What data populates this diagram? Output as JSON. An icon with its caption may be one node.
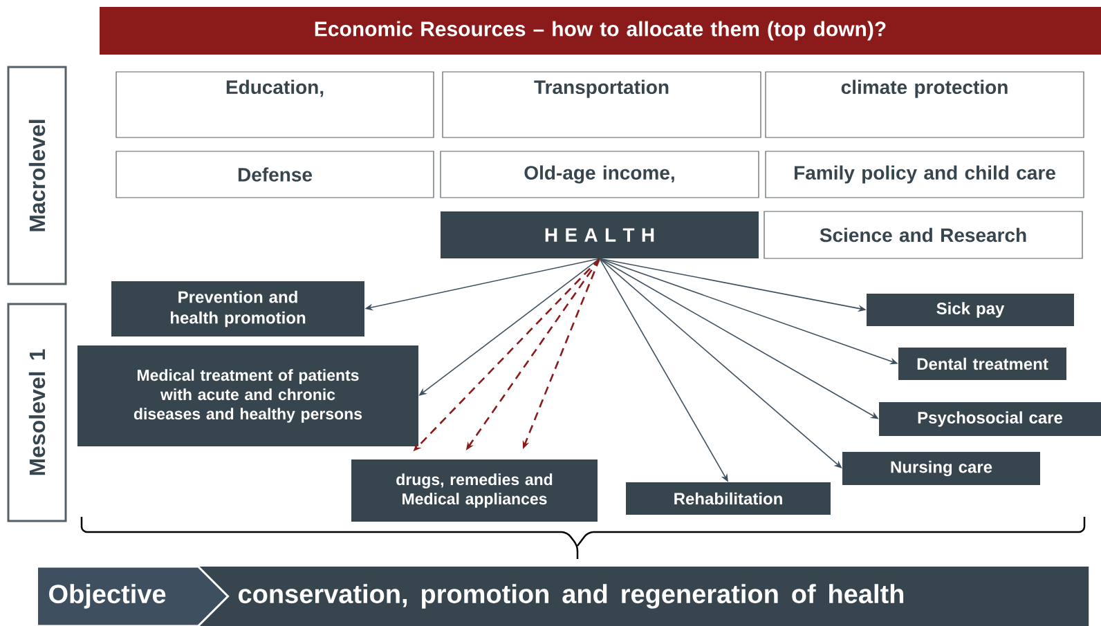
{
  "diagram": {
    "nodes": [
      {
        "text": [
          "Economic Resources – how to allocate them (top down)?"
        ]
      },
      {
        "text": [
          "Macrolevel"
        ]
      },
      {
        "text": [
          "Mesolevel 1"
        ]
      },
      {
        "text": [
          "Education,"
        ]
      },
      {
        "text": [
          "Transportation"
        ]
      },
      {
        "text": [
          "climate protection"
        ]
      },
      {
        "text": [
          "Defense"
        ]
      },
      {
        "text": [
          "Old-age income,"
        ]
      },
      {
        "text": [
          "Family policy and child care"
        ]
      },
      {
        "text": [
          "H E A L T H"
        ]
      },
      {
        "text": [
          "Science and Research"
        ]
      },
      {
        "text": [
          "Prevention and health promotion"
        ]
      },
      {
        "text": [
          "Sick pay"
        ]
      },
      {
        "text": [
          "Medical treatment of patients with acute and chronic diseases and healthy persons"
        ]
      },
      {
        "text": [
          "Dental treatment"
        ]
      },
      {
        "text": [
          "Psychosocial care"
        ]
      },
      {
        "text": [
          "Nursing care"
        ]
      },
      {
        "text": [
          "drugs, remedies and Medical appliances"
        ]
      },
      {
        "text": [
          "Rehabilitation"
        ]
      },
      {
        "text": [
          "Objective"
        ]
      },
      {
        "text": [
          "conservation, promotion and regeneration of health"
        ]
      }
    ],
    "edges": [
      {
        "from": 9,
        "to": 11,
        "arrow": "to"
      },
      {
        "from": 9,
        "to": 13,
        "arrow": "to"
      },
      {
        "from": 9,
        "to": 17,
        "arrow": "to",
        "style": "dashed",
        "color": "#8b1a1a"
      },
      {
        "from": 9,
        "to": 17,
        "arrow": "to",
        "style": "dashed",
        "color": "#8b1a1a"
      },
      {
        "from": 9,
        "to": 17,
        "arrow": "to",
        "style": "dashed",
        "color": "#8b1a1a"
      },
      {
        "from": 9,
        "to": 18,
        "arrow": "to"
      },
      {
        "from": 9,
        "to": 16,
        "arrow": "to"
      },
      {
        "from": 9,
        "to": 15,
        "arrow": "to"
      },
      {
        "from": 9,
        "to": 14,
        "arrow": "to"
      },
      {
        "from": 9,
        "to": 12,
        "arrow": "to"
      }
    ]
  }
}
